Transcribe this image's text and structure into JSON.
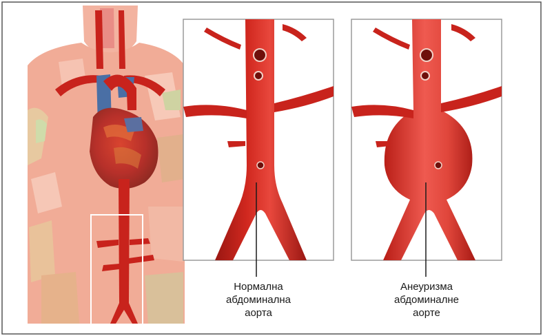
{
  "labels": {
    "normal": [
      "Нормална",
      "абдоминална",
      "аорта"
    ],
    "aneurysm": [
      "Анеуризма",
      "абдоминалне",
      "аорте"
    ]
  },
  "colors": {
    "artery": "#c8231c",
    "artery_dark": "#9a1712",
    "artery_light": "#e8473c",
    "vein": "#4a6fa5",
    "skin": "#f0a896",
    "skin_light": "#f6c5b4",
    "panel_border": "#9a9a9a",
    "frame_border": "#555555"
  }
}
